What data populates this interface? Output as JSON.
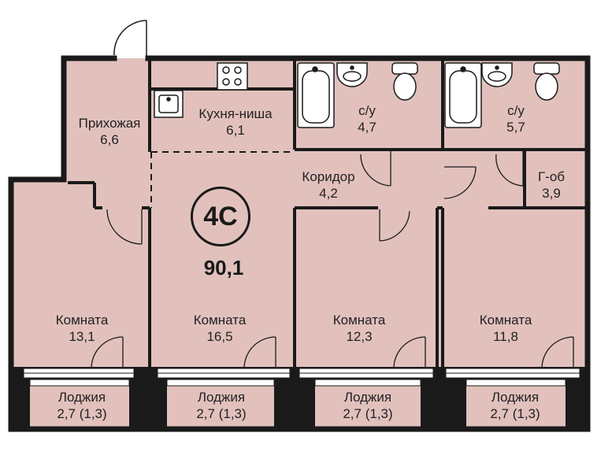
{
  "plan": {
    "type_code": "4С",
    "total_area": "90,1",
    "colors": {
      "floor": "#e2c1bd",
      "wall": "#1a1a1a",
      "fixture": "#ffffff"
    }
  },
  "rooms": {
    "hall": {
      "name": "Прихожая",
      "area": "6,6"
    },
    "kitchen": {
      "name": "Кухня-ниша",
      "area": "6,1"
    },
    "bath1": {
      "name": "с/у",
      "area": "4,7"
    },
    "bath2": {
      "name": "с/у",
      "area": "5,7"
    },
    "corridor": {
      "name": "Коридор",
      "area": "4,2"
    },
    "closet": {
      "name": "Г-об",
      "area": "3,9"
    },
    "room1": {
      "name": "Комната",
      "area": "13,1"
    },
    "room2": {
      "name": "Комната",
      "area": "16,5"
    },
    "room3": {
      "name": "Комната",
      "area": "12,3"
    },
    "room4": {
      "name": "Комната",
      "area": "11,8"
    }
  },
  "loggias": [
    {
      "name": "Лоджия",
      "area": "2,7 (1,3)"
    },
    {
      "name": "Лоджия",
      "area": "2,7 (1,3)"
    },
    {
      "name": "Лоджия",
      "area": "2,7 (1,3)"
    },
    {
      "name": "Лоджия",
      "area": "2,7 (1,3)"
    }
  ],
  "icons": [
    "bathtub-icon",
    "sink-icon",
    "toilet-icon",
    "stove-icon",
    "kitchen-sink-icon",
    "door-swing-icon"
  ]
}
